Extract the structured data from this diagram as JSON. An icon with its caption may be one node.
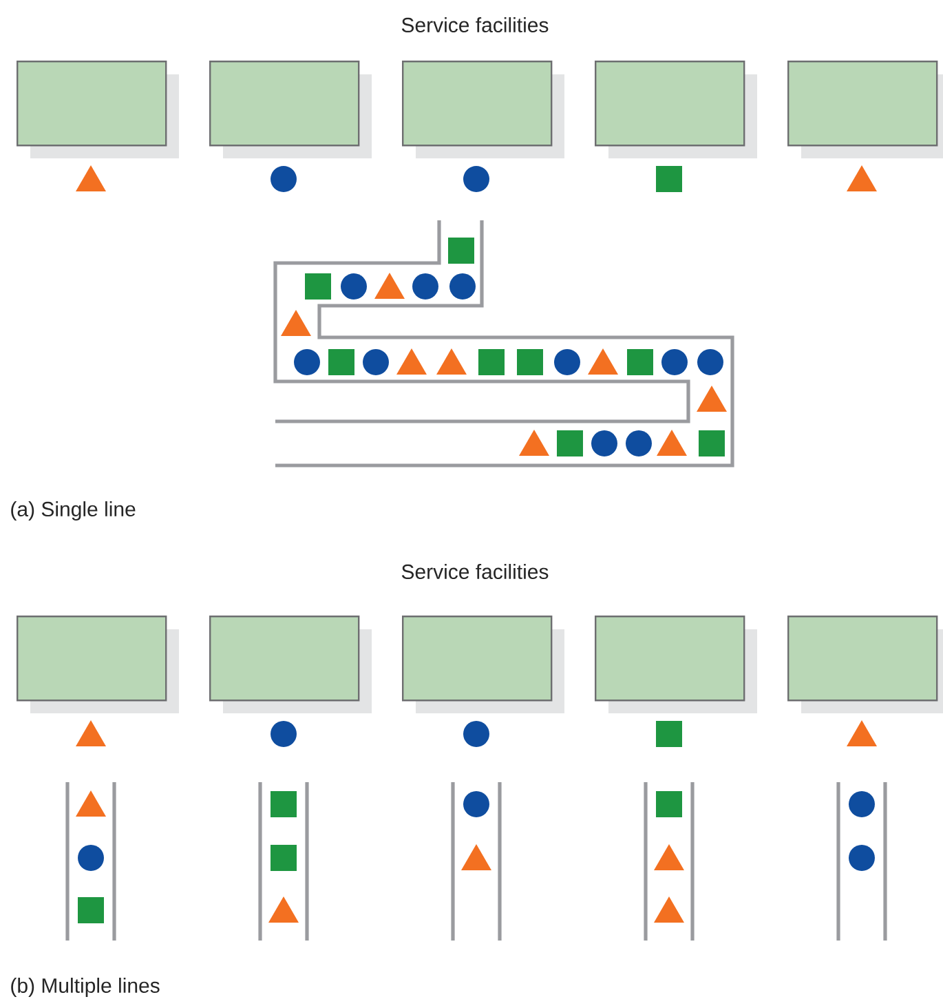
{
  "diagram": {
    "nodes": [
      {
        "text": [],
        "shape": "box"
      },
      {
        "text": [],
        "shape": "box"
      },
      {
        "text": [],
        "shape": "box"
      },
      {
        "text": [],
        "shape": "box"
      },
      {
        "text": [],
        "shape": "box"
      },
      {
        "text": [],
        "shape": "box"
      },
      {
        "text": [],
        "shape": "box"
      },
      {
        "text": [],
        "shape": "box"
      },
      {
        "text": [],
        "shape": "box"
      },
      {
        "text": [],
        "shape": "box"
      }
    ],
    "labels": [
      "Service facilities",
      "(a) Single line",
      "Service facilities",
      "(b) Multiple lines"
    ]
  }
}
